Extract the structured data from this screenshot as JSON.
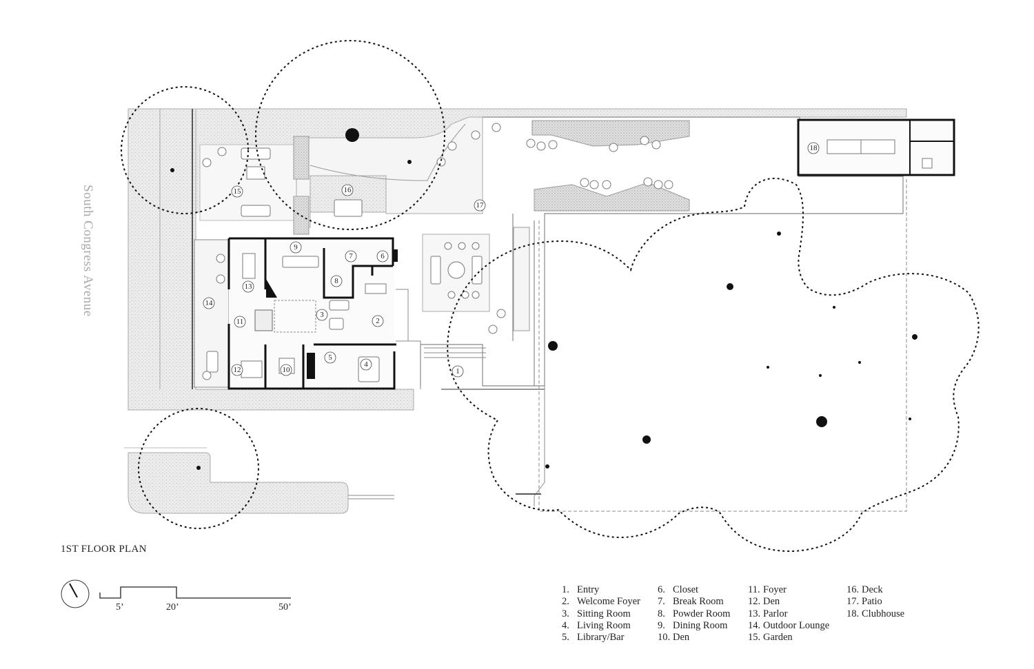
{
  "title": "1ST FLOOR PLAN",
  "street_label": "South Congress Avenue",
  "scale_bar": {
    "labels": [
      "5’",
      "20’",
      "50’"
    ]
  },
  "room_number_labels": [
    "1",
    "2",
    "3",
    "4",
    "5",
    "6",
    "7",
    "8",
    "9",
    "10",
    "11",
    "12",
    "13",
    "14",
    "15",
    "16",
    "17",
    "18"
  ],
  "legend": [
    {
      "num": "1.",
      "label": "Entry"
    },
    {
      "num": "2.",
      "label": "Welcome Foyer"
    },
    {
      "num": "3.",
      "label": "Sitting Room"
    },
    {
      "num": "4.",
      "label": "Living Room"
    },
    {
      "num": "5.",
      "label": "Library/Bar"
    },
    {
      "num": "6.",
      "label": "Closet"
    },
    {
      "num": "7.",
      "label": "Break Room"
    },
    {
      "num": "8.",
      "label": "Powder Room"
    },
    {
      "num": "9.",
      "label": "Dining Room"
    },
    {
      "num": "10.",
      "label": "Den"
    },
    {
      "num": "11.",
      "label": "Foyer"
    },
    {
      "num": "12.",
      "label": "Den"
    },
    {
      "num": "13.",
      "label": "Parlor"
    },
    {
      "num": "14.",
      "label": "Outdoor Lounge"
    },
    {
      "num": "15.",
      "label": "Garden"
    },
    {
      "num": "16.",
      "label": "Deck"
    },
    {
      "num": "17.",
      "label": "Patio"
    },
    {
      "num": "18.",
      "label": "Clubhouse"
    }
  ],
  "colors": {
    "site_fill": "#f2f2f2",
    "line": "#999999",
    "wall": "#111111",
    "hatch": "#cfcfcf",
    "tree": "#111111"
  }
}
